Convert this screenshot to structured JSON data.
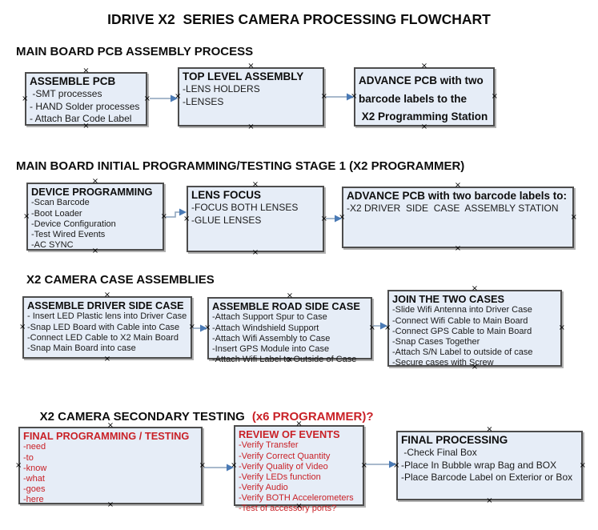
{
  "title": "IDRIVE X2  SERIES CAMERA PROCESSING FLOWCHART",
  "glyphs": {
    "anchor": "×"
  },
  "colors": {
    "box_fill": "#e6edf7",
    "box_border": "#4d4d4d",
    "red_text": "#c92127",
    "arrow_line": "#8ba2bc",
    "arrow_head": "#4a7ab5"
  },
  "sections": [
    {
      "header": "MAIN BOARD PCB ASSEMBLY PROCESS",
      "boxes": [
        {
          "title": "ASSEMBLE PCB",
          "items": [
            " -SMT processes",
            "- HAND Solder processes",
            "- Attach Bar Code Label"
          ]
        },
        {
          "title": "TOP LEVEL ASSEMBLY",
          "items": [
            "-LENS HOLDERS",
            "-LENSES"
          ]
        },
        {
          "title": "ADVANCE PCB with two\nbarcode labels to the\n X2 Programming Station",
          "items": []
        }
      ]
    },
    {
      "header": "MAIN BOARD INITIAL PROGRAMMING/TESTING STAGE 1 (X2 PROGRAMMER)",
      "boxes": [
        {
          "title": "DEVICE PROGRAMMING",
          "items": [
            "-Scan Barcode",
            "-Boot Loader",
            "-Device Configuration",
            "-Test Wired Events",
            "-AC SYNC"
          ]
        },
        {
          "title": "LENS FOCUS",
          "items": [
            "-FOCUS BOTH LENSES",
            "-GLUE LENSES"
          ]
        },
        {
          "title": "ADVANCE PCB with two barcode labels to:",
          "items": [
            "-X2 DRIVER  SIDE  CASE  ASSEMBLY STATION"
          ]
        }
      ]
    },
    {
      "header": "X2 CAMERA CASE ASSEMBLIES",
      "boxes": [
        {
          "title": "ASSEMBLE DRIVER SIDE CASE",
          "items": [
            "- Insert LED Plastic lens into Driver Case",
            "-Snap LED Board with Cable into Case",
            "-Connect LED Cable to X2 Main Board",
            "-Snap Main Board into case"
          ]
        },
        {
          "title": "ASSEMBLE ROAD SIDE CASE",
          "items": [
            "-Attach Support Spur to Case",
            "-Attach Windshield Support",
            "-Attach Wifi Assembly to Case",
            "-Insert GPS Module into Case",
            "-Attach Wifi Label to Outside of Case"
          ]
        },
        {
          "title": "JOIN THE TWO CASES",
          "items": [
            "-Slide Wifi Antenna into Driver Case",
            "-Connect Wifi Cable to Main Board",
            "-Connect GPS Cable to Main Board",
            "-Snap Cases Together",
            "-Attach S/N Label to outside of case",
            "-Secure cases with Screw"
          ]
        }
      ]
    },
    {
      "header": "X2 CAMERA SECONDARY TESTING",
      "header_red": "(x6 PROGRAMMER)?",
      "boxes": [
        {
          "title": "FINAL PROGRAMMING / TESTING",
          "items": [
            "-need",
            "-to",
            "-know",
            "-what",
            "-goes",
            "-here"
          ]
        },
        {
          "title": "REVIEW OF EVENTS",
          "items": [
            "-Verify Transfer",
            "-Verify Correct Quantity",
            "-Verify Quality of Video",
            "-Verify LEDs function",
            "-Verify Audio",
            "-Verify BOTH Accelerometers",
            "-Test of accessory ports?"
          ]
        },
        {
          "title": "FINAL PROCESSING",
          "items": [
            " -Check Final Box",
            "-Place In Bubble wrap Bag and BOX",
            "-Place Barcode Label on Exterior or Box"
          ]
        }
      ]
    }
  ]
}
